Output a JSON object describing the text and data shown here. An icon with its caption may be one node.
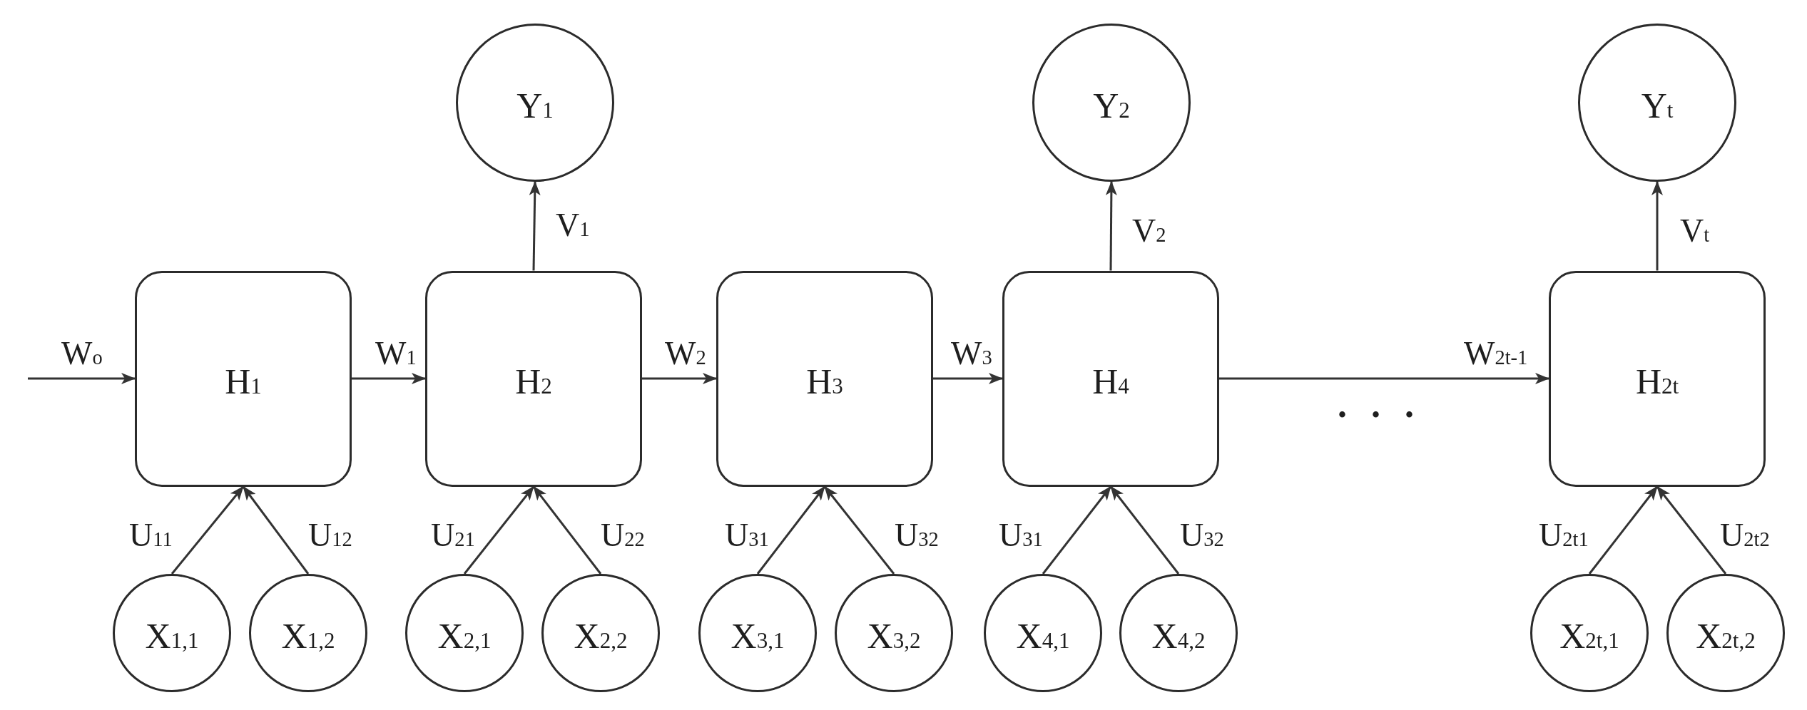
{
  "diagram": {
    "nodes": [
      {
        "text": [
          "Y$_{1}$"
        ]
      },
      {
        "text": [
          "Y$_{2}$"
        ]
      },
      {
        "text": [
          "Y$_{t}$"
        ]
      },
      {
        "text": [
          "H$_{1}$"
        ]
      },
      {
        "text": [
          "H$_{2}$"
        ]
      },
      {
        "text": [
          "H$_{3}$"
        ]
      },
      {
        "text": [
          "H$_{4}$"
        ]
      },
      {
        "text": [
          "H$_{2t}$"
        ]
      },
      {
        "text": [
          "X$_{1,1}$"
        ]
      },
      {
        "text": [
          "X$_{1,2}$"
        ]
      },
      {
        "text": [
          "X$_{2,1}$"
        ]
      },
      {
        "text": [
          "X$_{2,2}$"
        ]
      },
      {
        "text": [
          "X$_{3,1}$"
        ]
      },
      {
        "text": [
          "X$_{3,2}$"
        ]
      },
      {
        "text": [
          "X$_{4,1}$"
        ]
      },
      {
        "text": [
          "X$_{4,2}$"
        ]
      },
      {
        "text": [
          "X$_{2t,1}$"
        ]
      },
      {
        "text": [
          "X$_{2t,2}$"
        ]
      }
    ],
    "edges": [
      {
        "from": null,
        "to": 3,
        "arrow": "to",
        "label": "W$_{o}$"
      },
      {
        "from": 3,
        "to": 4,
        "arrow": "to",
        "label": "W$_{1}$"
      },
      {
        "from": 4,
        "to": 5,
        "arrow": "to",
        "label": "W$_{2}$"
      },
      {
        "from": 5,
        "to": 6,
        "arrow": "to",
        "label": "W$_{3}$"
      },
      {
        "from": 6,
        "to": 7,
        "arrow": "to",
        "label": "W$_{2t-1}$"
      },
      {
        "from": 4,
        "to": 0,
        "arrow": "to",
        "label": "V$_{1}$"
      },
      {
        "from": 6,
        "to": 1,
        "arrow": "to",
        "label": "V$_{2}$"
      },
      {
        "from": 7,
        "to": 2,
        "arrow": "to",
        "label": "V$_{t}$"
      },
      {
        "from": 8,
        "to": 3,
        "arrow": "to",
        "label": "U$_{11}$"
      },
      {
        "from": 9,
        "to": 3,
        "arrow": "to",
        "label": "U$_{12}$"
      },
      {
        "from": 10,
        "to": 4,
        "arrow": "to",
        "label": "U$_{21}$"
      },
      {
        "from": 11,
        "to": 4,
        "arrow": "to",
        "label": "U$_{22}$"
      },
      {
        "from": 12,
        "to": 5,
        "arrow": "to",
        "label": "U$_{31}$"
      },
      {
        "from": 13,
        "to": 5,
        "arrow": "to",
        "label": "U$_{32}$"
      },
      {
        "from": 14,
        "to": 6,
        "arrow": "to",
        "label": "U$_{31}$"
      },
      {
        "from": 15,
        "to": 6,
        "arrow": "to",
        "label": "U$_{32}$"
      },
      {
        "from": 16,
        "to": 7,
        "arrow": "to",
        "label": "U$_{2t1}$"
      },
      {
        "from": 17,
        "to": 7,
        "arrow": "to",
        "label": "U$_{2t2}$"
      }
    ],
    "labels": [
      ". . ."
    ]
  }
}
